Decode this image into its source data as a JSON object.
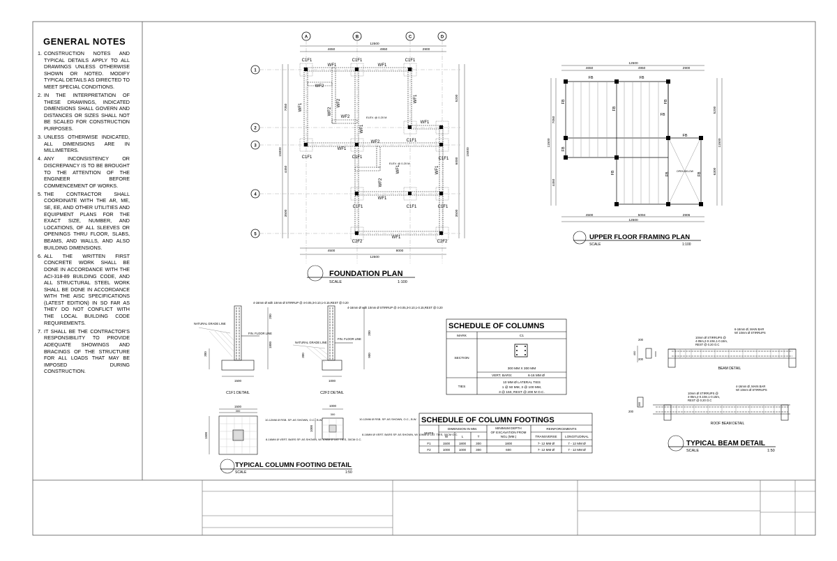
{
  "general_notes": {
    "title": "GENERAL NOTES",
    "items": [
      {
        "num": "1.",
        "text": "CONSTRUCTION NOTES AND TYPICAL DETAILS APPLY TO ALL DRAWINGS UNLESS OTHERWISE SHOWN OR NOTED. MODIFY TYPICAL DETAILS AS DIRECTED TO MEET SPECIAL CONDITIONS."
      },
      {
        "num": "2.",
        "text": "IN THE INTERPRETATION OF THESE DRAWINGS, INDICATED DIMENSIONS SHALL GOVERN AND DISTANCES OR SIZES SHALL NOT BE SCALED FOR CONSTRUCTION PURPOSES."
      },
      {
        "num": "3.",
        "text": "UNLESS OTHERWISE INDICATED, ALL DIMENSIONS ARE IN MILLIMETERS."
      },
      {
        "num": "4.",
        "text": "ANY INCONSISTENCY OR DISCREPANCY IS TO BE BROUGHT TO THE ATTENTION OF THE ENGINEER BEFORE COMMENCEMENT OF WORKS."
      },
      {
        "num": "5.",
        "text": "THE CONTRACTOR SHALL COORDINATE WITH THE AR, ME, SE, EE, AND OTHER UTILITIES AND EQUIPMENT PLANS FOR THE EXACT SIZE, NUMBER, AND LOCATIONS, OF ALL SLEEVES OR OPENINGS THRU FLOOR, SLABS, BEAMS, AND WALLS, AND ALSO BUILDING DIMENSIONS."
      },
      {
        "num": "6.",
        "text": "ALL THE WRITTEN FIRST CONCRETE WORK SHALL BE DONE IN ACCORDANCE WITH THE ACI-318-89 BUILDING CODE, AND ALL STRUCTURAL STEEL WORK SHALL BE DONE IN ACCORDANCE WITH THE AISC SPECIFICATIONS (LATEST EDITION) IN SO FAR AS THEY DO NOT CONFLICT WITH THE LOCAL BUILDING CODE REQUIREMENTS."
      },
      {
        "num": "7.",
        "text": "IT SHALL BE THE CONTRACTOR'S RESPONSIBILITY TO PROVIDE ADEQUATE SHOWINGS AND BRACINGS OF THE STRUCTURE FOR ALL LOADS THAT MAY BE IMPOSED DURING CONSTRUCTION."
      }
    ]
  },
  "foundation_plan": {
    "title": "FOUNDATION PLAN",
    "scale_label": "SCALE",
    "scale_value": "1:100",
    "grid_cols": [
      "A",
      "B",
      "C",
      "D"
    ],
    "grid_rows": [
      "1",
      "2",
      "3",
      "4",
      "5"
    ],
    "dims_top": [
      "4650",
      "4950",
      "2900"
    ],
    "dim_top_total": "12500",
    "dims_bottom": [
      "4500",
      "8000"
    ],
    "dim_bottom_total": "12500",
    "dims_left": [
      "7050",
      "4450",
      "3500"
    ],
    "dim_left_total": "15000",
    "dims_right": [
      "5200",
      "6000",
      "3500"
    ],
    "dim_right_total": "15000",
    "footing_labels": [
      "C1F1",
      "C1F1",
      "C1F1",
      "C1F1",
      "C1F1",
      "C1F1",
      "C1F1",
      "C1F1",
      "C1F1",
      "C1F1",
      "C2F2",
      "C2F2"
    ],
    "wall_labels": [
      "WF1",
      "WF1",
      "WF2",
      "WF1",
      "WF2",
      "WF2",
      "WF2",
      "WF1",
      "WF1",
      "WF1",
      "WF2",
      "WF1",
      "WF1",
      "WF1",
      "WF1",
      "WF2",
      "WF1"
    ],
    "elev_1": "ELEV. @ 0.20 M",
    "elev_2": "ELEV. @ 0.20 M"
  },
  "upper_floor": {
    "title": "UPPER FLOOR FRAMING PLAN",
    "scale_label": "SCALE",
    "scale_value": "1:100",
    "dims_top": [
      "4650",
      "4950",
      "2900"
    ],
    "dim_top_total": "12500",
    "dims_bottom": [
      "4500",
      "5094",
      "2906"
    ],
    "dim_bottom_total": "12500",
    "dims_left": [
      "7050",
      "4450"
    ],
    "dim_left_total": "11500",
    "dims_right": [
      "5200",
      "6300"
    ],
    "dim_right_total": "11500",
    "beam_label": "FB",
    "open_below": "OPEN BELOW"
  },
  "column_details": {
    "c1f1_label": "C1F1  DETAIL",
    "c2f2_label": "C2F2  DETAIL",
    "bars_1": "4-16mm Ø with 10mm Ø STIRRUP @ 4-0.05,3-0.10,1-0.15,REST @ 0.20",
    "bars_2": "4-16mm Ø with 10mm Ø STIRRUP @ 4-0.05,3-0.10,1-0.15,REST @ 0.20",
    "fin_floor": "FIN. FLOOR LINE",
    "natural_grade": "NATURAL GRADE LINE",
    "width_1": "1500",
    "width_2": "1000",
    "dim_1800": "1800",
    "dim_900": "900",
    "dim_300": "300",
    "dim_200": "200"
  },
  "footing_detail": {
    "title": "TYPICAL COLUMN FOOTING DETAIL",
    "scale_label": "SCALE",
    "scale_value": "1:50",
    "f1_dim_top": "1500",
    "f1_dim_sub": "300",
    "f1_dim_left": "1500",
    "f2_dim_top": "1000",
    "f2_dim_sub": "300",
    "f2_dim_left": "1000",
    "f1_note_1": "10-12MM Ø RSB. SP. AS SHOWN, O.C., B.W.",
    "f1_note_2": "8-16MM Ø VERT. BARS SP. AS SHOWN, W/ 10MM Ø LAT. TIES, 30CM O.C.",
    "f2_note_1": "10-12MM Ø RSB. SP. AS SHOWN, O.C., B.W.",
    "f2_note_2": "8-16MM Ø VERT. BARS SP. AS SHOWN, W/ 10MM Ø LAT. TIES, 30CM O.C."
  },
  "schedule_columns": {
    "title": "SCHEDULE OF COLUMNS",
    "mark_label": "MARK",
    "mark_value": "C1",
    "section_label": "SECTION",
    "size": "300 MM X 300 MM",
    "vert_bars_label": "VERT. BARS:",
    "vert_bars_value": "6-16 MM Ø",
    "ties_label": "TIES",
    "ties_1": "10 MM Ø  LATERAL TIES",
    "ties_2": "1 @ 50 MM, 3 @ 100 MM,",
    "ties_3": "3 @ 150, REST @ 200 M O.C."
  },
  "schedule_footings": {
    "title": "SCHEDULE OF COLUMN FOOTINGS",
    "h_mark": "MARK",
    "h_dim": "DIMENSION IN MM.",
    "h_w": "W",
    "h_l": "L",
    "h_t": "T",
    "h_depth_1": "MINIMUM DEPTH",
    "h_depth_2": "OF EXCAVATION FROM",
    "h_depth_3": "NGL (MM.)",
    "h_reinf": "REINFORCEMENTS",
    "h_trans": "TRANSVERSE",
    "h_long": "LONGITUDINAL",
    "rows": [
      {
        "mark": "F1",
        "w": "1500",
        "l": "1800",
        "t": "300",
        "depth": "1800",
        "trans": "7- 12 MM Ø",
        "long": "7 - 12 MM Ø"
      },
      {
        "mark": "F2",
        "w": "1000",
        "l": "1000",
        "t": "300",
        "depth": "600",
        "trans": "7- 12 MM Ø",
        "long": "7 - 12 MM Ø"
      }
    ]
  },
  "beam_detail": {
    "title": "TYPICAL BEAM DETAIL",
    "scale_label": "SCALE",
    "scale_value": "1:50",
    "beam_label": "BEAM  DETAIL",
    "roof_label": "ROOF BEAM  DETAIL",
    "main_bar_1": "6-16mm Ø,  MAIN BAR",
    "main_bar_1b": "W/ 10mm Ø STIRRUPS",
    "stirrups_1": "10mm Ø STIRRUPS @",
    "stirrups_1b": "4-05m,2-0.10m,1-0.15m,",
    "stirrups_1c": "REST @ 0.20 O.C",
    "main_bar_2": "4-16mm Ø,  MAIN BAR",
    "main_bar_2b": "W/ 10mm Ø STIRRUPS",
    "stirrups_2": "10mm Ø STIRRUPS @",
    "stirrups_2b": "4-05m,2-0.10m,1-0.15m,",
    "stirrups_2c": "REST @ 0.20 O.C",
    "dim_200": "200",
    "dim_400": "400",
    "dim_300": "300"
  }
}
